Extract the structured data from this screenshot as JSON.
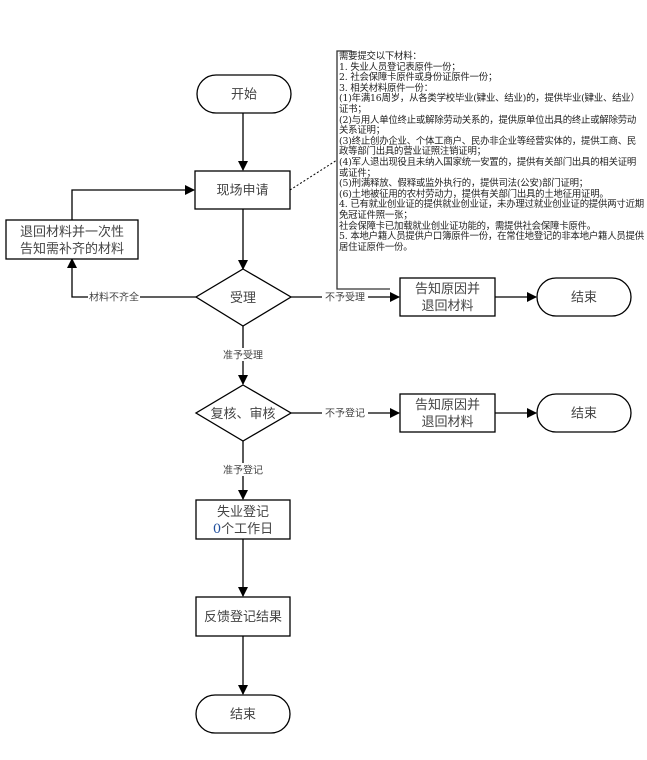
{
  "nodes": {
    "start": "开始",
    "apply": "现场申请",
    "return_materials": [
      "退回材料并一次性",
      "告知需补齐的材料"
    ],
    "accept": "受理",
    "reject_notice_1": [
      "告知原因并",
      "退回材料"
    ],
    "end_1": "结束",
    "review": "复核、审核",
    "reject_notice_2": [
      "告知原因并",
      "退回材料"
    ],
    "end_2": "结束",
    "register": {
      "title": "失业登记",
      "days": "0",
      "days_suffix": "个工作日"
    },
    "feedback": "反馈登记结果",
    "end_final": "结束"
  },
  "edge_labels": {
    "incomplete": "材料不齐全",
    "not_accepted": "不予受理",
    "accepted": "准予受理",
    "not_registered": "不予登记",
    "registered": "准予登记"
  },
  "note": {
    "lines": [
      "需要提交以下材料：",
      "1. 失业人员登记表原件一份；",
      "2. 社会保障卡原件或身份证原件一份；",
      "3. 相关材料原件一份：",
      "(1)年满16周岁，从各类学校毕业(肄业、结业)的，提供毕业(肄业、结业）证书；",
      "(2)与用人单位终止或解除劳动关系的，提供原单位出具的终止或解除劳动关系证明；",
      "(3)终止创办企业、个体工商户、民办非企业等经营实体的，提供工商、民政等部门出具的营业证照注销证明；",
      "(4)军人退出现役且未纳入国家统一安置的，提供有关部门出具的相关证明或证件；",
      "(5)刑满释放、假释或监外执行的，提供司法(公安)部门证明；",
      "(6)土地被征用的农村劳动力，提供有关部门出具的土地征用证明。",
      "4. 已有就业创业证的提供就业创业证，未办理过就业创业证的提供两寸近期免冠证件照一张；",
      "社会保障卡已加载就业创业证功能的，需提供社会保障卡原件。",
      "5. 本地户籍人员提供户口簿原件一份，在常住地登记的非本地户籍人员提供居住证原件一份。"
    ]
  },
  "colors": {
    "stroke": "#1a1a1a",
    "text": "#444444",
    "days_accent": "#1f4e9c"
  }
}
